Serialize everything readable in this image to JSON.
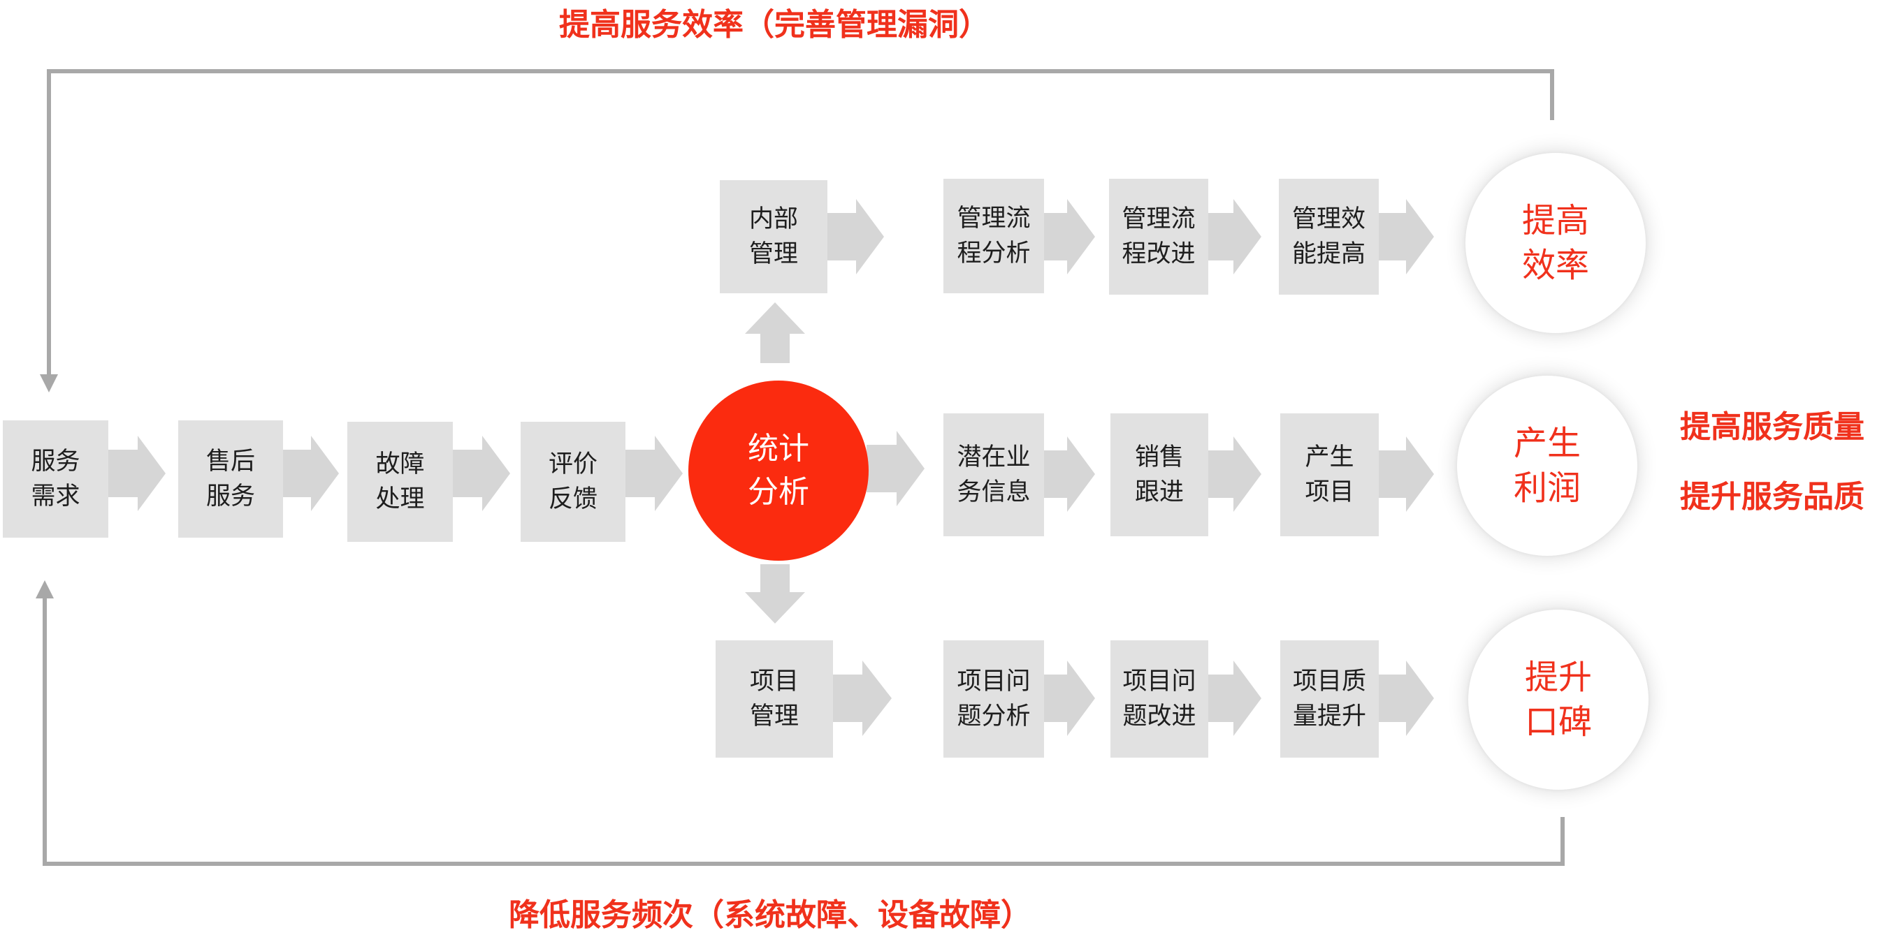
{
  "top_label": "提高服务效率（完善管理漏洞）",
  "bottom_label": "降低服务频次（系统故障、设备故障）",
  "side_labels": [
    "提高服务质量",
    "提升服务品质"
  ],
  "main_flow": [
    {
      "lines": [
        "服务",
        "需求"
      ]
    },
    {
      "lines": [
        "售后",
        "服务"
      ]
    },
    {
      "lines": [
        "故障",
        "处理"
      ]
    },
    {
      "lines": [
        "评价",
        "反馈"
      ]
    }
  ],
  "hub": {
    "lines": [
      "统计",
      "分析"
    ]
  },
  "rows": [
    {
      "start": {
        "lines": [
          "内部",
          "管理"
        ]
      },
      "steps": [
        {
          "lines": [
            "管理流",
            "程分析"
          ]
        },
        {
          "lines": [
            "管理流",
            "程改进"
          ]
        },
        {
          "lines": [
            "管理效",
            "能提高"
          ]
        }
      ],
      "outcome": {
        "lines": [
          "提高",
          "效率"
        ]
      }
    },
    {
      "steps": [
        {
          "lines": [
            "潜在业",
            "务信息"
          ]
        },
        {
          "lines": [
            "销售",
            "跟进"
          ]
        },
        {
          "lines": [
            "产生",
            "项目"
          ]
        }
      ],
      "outcome": {
        "lines": [
          "产生",
          "利润"
        ]
      }
    },
    {
      "start": {
        "lines": [
          "项目",
          "管理"
        ]
      },
      "steps": [
        {
          "lines": [
            "项目问",
            "题分析"
          ]
        },
        {
          "lines": [
            "项目问",
            "题改进"
          ]
        },
        {
          "lines": [
            "项目质",
            "量提升"
          ]
        }
      ],
      "outcome": {
        "lines": [
          "提升",
          "口碑"
        ]
      }
    }
  ],
  "colors": {
    "accent": "#f0311c",
    "hub_fill": "#fb2b0f",
    "box_fill": "#e1e1e1",
    "arrow_fill": "#d6d6d6",
    "connector": "#a8a8a8"
  }
}
